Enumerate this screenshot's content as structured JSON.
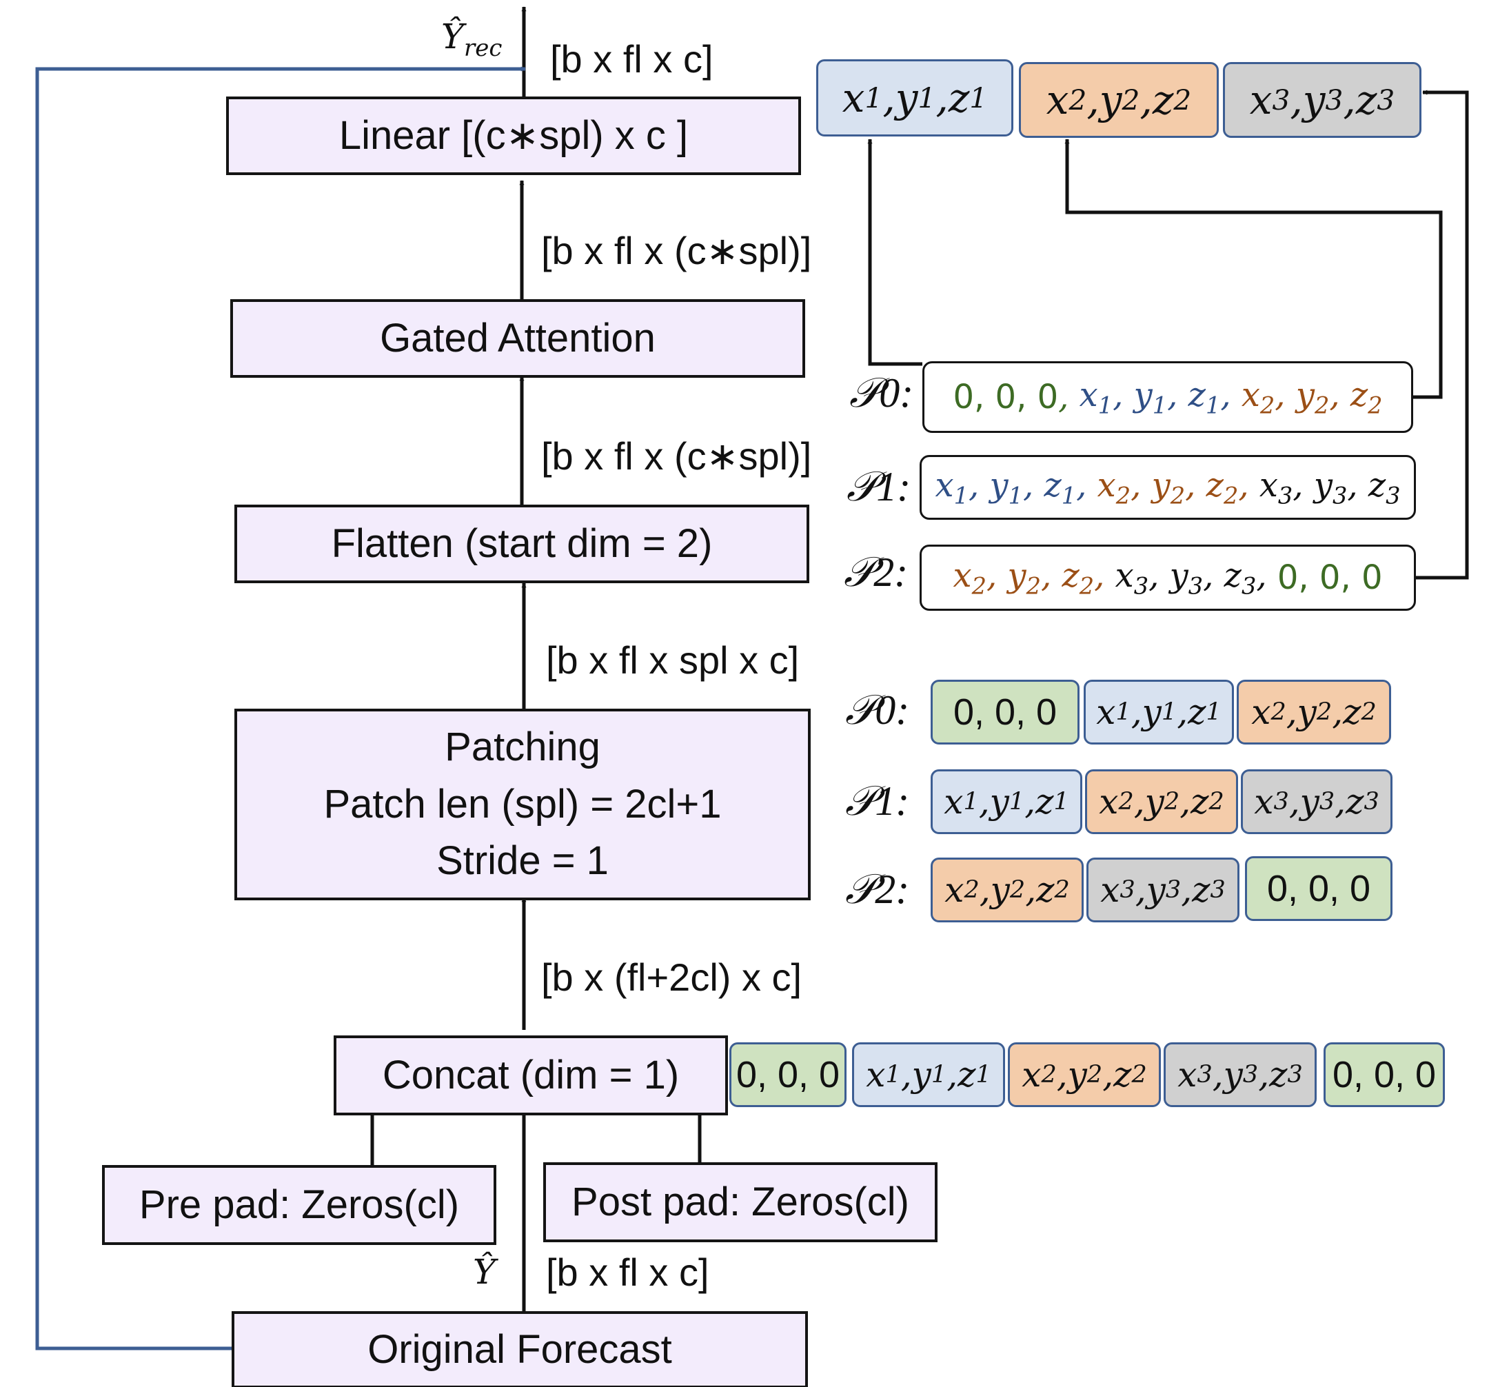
{
  "colors": {
    "block_fill": "#f3ecfc",
    "green": "#cfe2c0",
    "blue": "#d8e2f0",
    "orange": "#f4ccaa",
    "gray": "#d0d0d0",
    "cell_border": "#3d5e93",
    "feedback_line": "#3d5e93",
    "text_green": "#3d6b24",
    "text_blue": "#2f4f86",
    "text_orange": "#9b4f16"
  },
  "blocks": {
    "linear": "Linear [(c∗spl) x c ]",
    "gated_attention": "Gated Attention",
    "flatten": "Flatten (start dim = 2)",
    "patching_title": "Patching",
    "patching_len": "Patch len (spl) = 2cl+1",
    "patching_stride": "Stride = 1",
    "concat": "Concat (dim = 1)",
    "pre_pad": "Pre pad:  Zeros(cl)",
    "post_pad": "Post pad: Zeros(cl)",
    "original_forecast": "Original Forecast"
  },
  "dims": {
    "output": "[b x fl x c]",
    "after_attention": "[b x fl x (c∗spl)]",
    "after_flatten": "[b x fl x (c∗spl)]",
    "after_patching": "[b x fl x spl x c]",
    "after_concat": "[b x (fl+2cl) x c]",
    "forecast": "[b x fl x c]"
  },
  "symbols": {
    "y_rec_base": "Ŷ",
    "y_rec_sub": "rec",
    "y_hat": "Ŷ"
  },
  "zeros": "0, 0, 0",
  "triples": {
    "t1_x": "x",
    "t1_y": "y",
    "t1_z": "z",
    "t1_sub": "1",
    "t2_x": "x",
    "t2_y": "y",
    "t2_z": "z",
    "t2_sub": "2",
    "t3_x": "x",
    "t3_y": "y",
    "t3_z": "z",
    "t3_sub": "3"
  },
  "patch_labels": {
    "p0": "𝒫0:",
    "p1": "𝒫1:",
    "p2": "𝒫2:"
  }
}
